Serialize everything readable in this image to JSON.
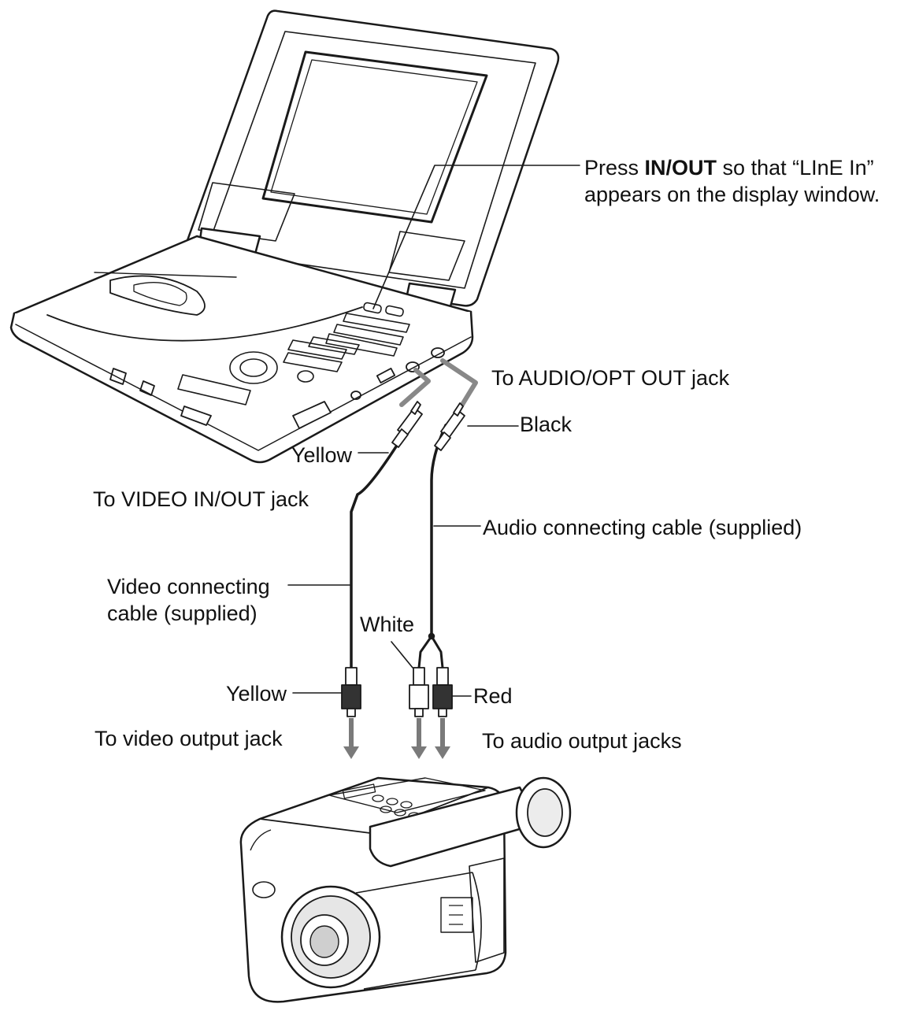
{
  "labels": {
    "press_prefix": "Press ",
    "press_key1": "IN",
    "press_slash": "/",
    "press_key2": "OUT",
    "press_suffix": " so that “LInE In”",
    "press_line2": "appears on the display window.",
    "audio_opt_out_jack": "To AUDIO/OPT OUT jack",
    "black": "Black",
    "yellow_top": "Yellow",
    "video_in_out_jack": "To VIDEO IN/OUT jack",
    "audio_cable": "Audio connecting cable (supplied)",
    "video_cable_line1": "Video connecting",
    "video_cable_line2": "cable (supplied)",
    "white": "White",
    "yellow_bottom": "Yellow",
    "red": "Red",
    "video_output_jack": "To video output jack",
    "audio_output_jacks": "To audio output jacks"
  },
  "colors": {
    "line": "#1a1a1a",
    "arrow": "#7a7a7a",
    "fill": "#ffffff",
    "shade": "#d9d9d9"
  },
  "devices": {
    "player": "portable-dvd-player",
    "camera": "camcorder"
  }
}
